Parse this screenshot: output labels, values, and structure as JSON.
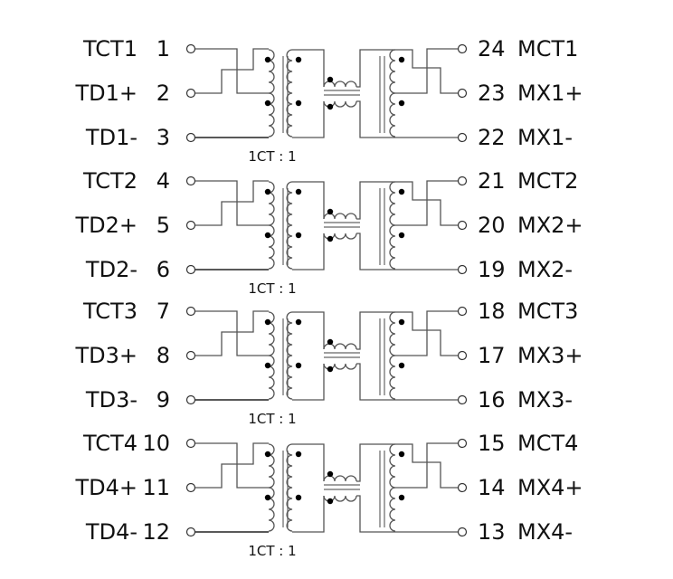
{
  "diagram": {
    "type": "ethernet-magnetics-schematic",
    "channels": [
      {
        "left": [
          {
            "name": "TCT1",
            "pin": "1"
          },
          {
            "name": "TD1+",
            "pin": "2"
          },
          {
            "name": "TD1-",
            "pin": "3"
          }
        ],
        "right": [
          {
            "pin": "24",
            "name": "MCT1"
          },
          {
            "pin": "23",
            "name": "MX1+"
          },
          {
            "pin": "22",
            "name": "MX1-"
          }
        ],
        "ratio": "1CT:1"
      },
      {
        "left": [
          {
            "name": "TCT2",
            "pin": "4"
          },
          {
            "name": "TD2+",
            "pin": "5"
          },
          {
            "name": "TD2-",
            "pin": "6"
          }
        ],
        "right": [
          {
            "pin": "21",
            "name": "MCT2"
          },
          {
            "pin": "20",
            "name": "MX2+"
          },
          {
            "pin": "19",
            "name": "MX2-"
          }
        ],
        "ratio": "1CT:1"
      },
      {
        "left": [
          {
            "name": "TCT3",
            "pin": "7"
          },
          {
            "name": "TD3+",
            "pin": "8"
          },
          {
            "name": "TD3-",
            "pin": "9"
          }
        ],
        "right": [
          {
            "pin": "18",
            "name": "MCT3"
          },
          {
            "pin": "17",
            "name": "MX3+"
          },
          {
            "pin": "16",
            "name": "MX3-"
          }
        ],
        "ratio": "1CT:1"
      },
      {
        "left": [
          {
            "name": "TCT4",
            "pin": "10"
          },
          {
            "name": "TD4+",
            "pin": "11"
          },
          {
            "name": "TD4-",
            "pin": "12"
          }
        ],
        "right": [
          {
            "pin": "15",
            "name": "MCT4"
          },
          {
            "pin": "14",
            "name": "MX4+"
          },
          {
            "pin": "13",
            "name": "MX4-"
          }
        ],
        "ratio": "1CT:1"
      }
    ]
  }
}
